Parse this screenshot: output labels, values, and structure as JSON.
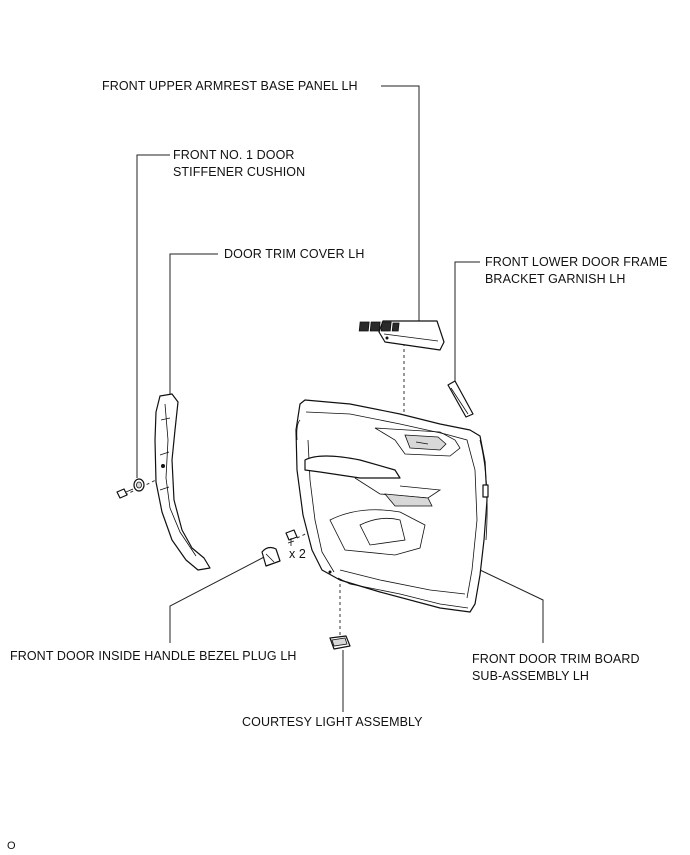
{
  "labels": {
    "armrest_base_panel": "FRONT UPPER ARMREST BASE PANEL LH",
    "stiffener_cushion_line1": "FRONT NO. 1 DOOR",
    "stiffener_cushion_line2": "STIFFENER CUSHION",
    "door_trim_cover": "DOOR TRIM COVER LH",
    "frame_bracket_garnish_line1": "FRONT LOWER DOOR FRAME",
    "frame_bracket_garnish_line2": "BRACKET GARNISH LH",
    "quantity": "x 2",
    "handle_bezel_plug": "FRONT DOOR INSIDE HANDLE BEZEL PLUG LH",
    "trim_board_line1": "FRONT DOOR TRIM BOARD",
    "trim_board_line2": "SUB-ASSEMBLY LH",
    "courtesy_light": "COURTESY LIGHT ASSEMBLY",
    "figure_code": "O"
  }
}
